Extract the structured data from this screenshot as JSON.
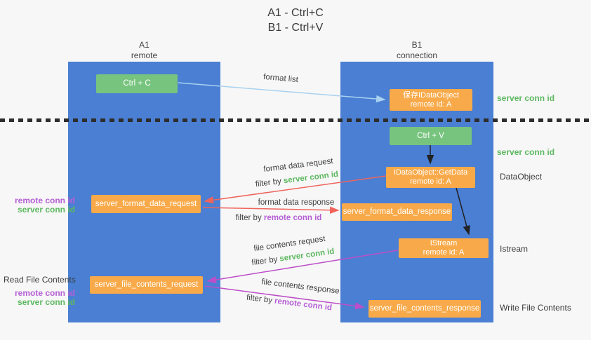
{
  "title": {
    "line1": "A1 - Ctrl+C",
    "line2": "B1 - Ctrl+V"
  },
  "columns": {
    "a1": {
      "name": "A1",
      "role": "remote"
    },
    "b1": {
      "name": "B1",
      "role": "connection"
    }
  },
  "nodes": {
    "ctrl_c": "Ctrl + C",
    "ctrl_v": "Ctrl + V",
    "save_dataobject": {
      "line1": "保存IDataObject",
      "line2": "remote id: A"
    },
    "getdata": {
      "line1": "IDataObject::GetData",
      "line2": "remote id: A"
    },
    "istream": {
      "line1": "IStream",
      "line2": "remote id: A"
    },
    "format_request": "server_format_data_request",
    "format_response": "server_format_data_response",
    "file_request": "server_file_contents_request",
    "file_response": "server_file_contents_response"
  },
  "side_labels": {
    "server_conn_id_top": "server conn id",
    "server_conn_id_mid": "server conn id",
    "dataobject": "DataObject",
    "istream": "Istream",
    "write_file_contents": "Write File Contents",
    "read_file_contents": "Read File Contents",
    "remote_conn_id_left1": "remote conn id",
    "server_conn_id_left1": "server conn id",
    "remote_conn_id_left2": "remote conn id",
    "server_conn_id_left2": "server conn id"
  },
  "arrow_labels": {
    "format_list": "format list",
    "format_data_request": "format data request",
    "filter_server_1": {
      "prefix": "filter by ",
      "highlight": "server conn id"
    },
    "format_data_response": "format data response",
    "filter_remote_1": {
      "prefix": "filter by ",
      "highlight": "remote conn id"
    },
    "file_contents_request": "file contents request",
    "filter_server_2": {
      "prefix": "filter by ",
      "highlight": "server conn id"
    },
    "file_contents_response": "file contents response",
    "filter_remote_2": {
      "prefix": "filter by ",
      "highlight": "remote conn id"
    }
  },
  "colors": {
    "column_blue": "#4a7fd3",
    "box_green": "#77c47e",
    "box_orange": "#f8aa4a",
    "arrow_light_blue": "#a8d2f0",
    "arrow_red": "#f0645c",
    "arrow_magenta": "#bd4fc8",
    "arrow_black": "#222222",
    "text_green": "#5cb860",
    "text_purple": "#b55fd6"
  }
}
